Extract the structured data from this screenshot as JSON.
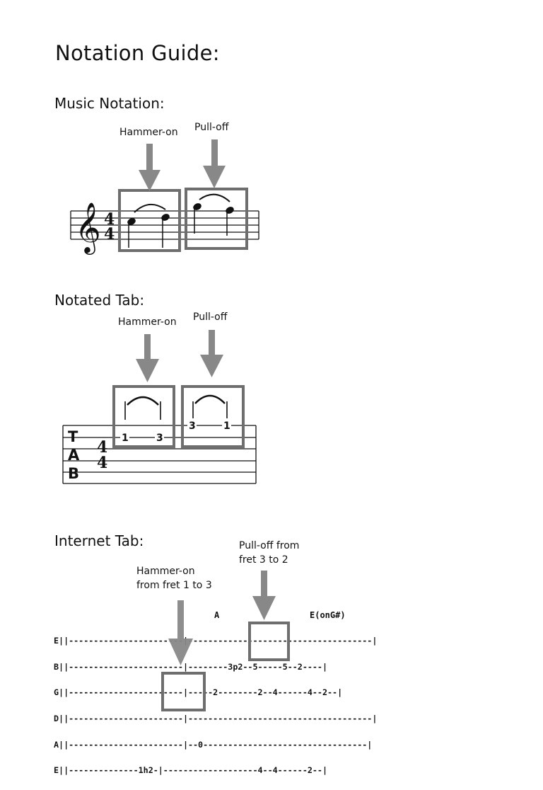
{
  "page_title": "Notation Guide:",
  "music": {
    "heading": "Music Notation:",
    "hammer_label": "Hammer-on",
    "pull_label": "Pull-off",
    "time_sig_top": "4",
    "time_sig_bottom": "4"
  },
  "notated_tab": {
    "heading": "Notated Tab:",
    "hammer_label": "Hammer-on",
    "pull_label": "Pull-off",
    "tab_letters": [
      "T",
      "A",
      "B"
    ],
    "time_sig_top": "4",
    "time_sig_bottom": "4",
    "hammer_from": "1",
    "hammer_to": "3",
    "pull_from": "3",
    "pull_to": "1"
  },
  "internet_tab": {
    "heading": "Internet Tab:",
    "hammer_label_line1": "Hammer-on",
    "hammer_label_line2": "from  fret 1 to 3",
    "pull_label_line1": "Pull-off from",
    "pull_label_line2": "fret 3 to 2",
    "chord1": "A",
    "chord2": "E(onG#)",
    "lines": [
      "E||-----------------------|-------------------------------------|",
      "B||-----------------------|--------3p2--5-----5--2----|",
      "G||-----------------------|-----2--------2--4------4--2--|",
      "D||-----------------------|-------------------------------------|",
      "A||-----------------------|--0---------------------------------|",
      "E||--------------1h2-|-------------------4--4------2--|"
    ]
  },
  "colors": {
    "arrow": "#888888",
    "box": "#6e6e6e",
    "text": "#111111"
  }
}
